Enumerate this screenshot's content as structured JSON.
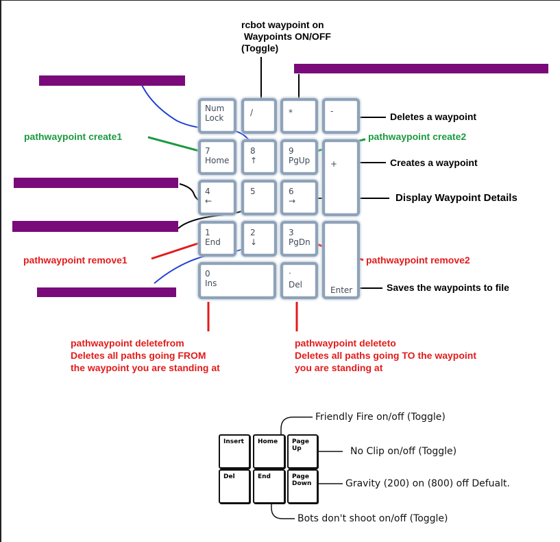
{
  "top_title": "rcbot waypoint on\n Waypoints ON/OFF\n(Toggle)",
  "numpad": {
    "numlock": "Num\nLock",
    "divide": "/",
    "multiply": "*",
    "minus": "-",
    "plus": "+",
    "k7": "7\nHome",
    "k8": "8\n↑",
    "k9": "9\nPgUp",
    "k4": "4\n←",
    "k5": "5",
    "k6": "6\n→",
    "k1": "1\nEnd",
    "k2": "2\n↓",
    "k3": "3\nPgDn",
    "k0": "0\nIns",
    "del_dot": ".",
    "del": "Del",
    "enter": "Enter"
  },
  "labels": {
    "deletes": "Deletes a waypoint",
    "create1": "pathwaypoint create1",
    "create2": "pathwaypoint create2",
    "creates": "Creates a waypoint",
    "display": "Display Waypoint Details",
    "remove1": "pathwaypoint remove1",
    "remove2": "pathwaypoint remove2",
    "saves": "Saves the waypoints to file",
    "deletefrom": "pathwaypoint deletefrom\nDeletes all paths going FROM\nthe waypoint you are standing at",
    "deleteto": "pathwaypoint deleteto\nDeletes all paths going TO the waypoint\nyou are standing at"
  },
  "navpad": {
    "insert": "Insert",
    "home": "Home",
    "pageup": "Page\nUp",
    "del": "Del",
    "end": "End",
    "pagedown": "Page\nDown"
  },
  "nav_labels": {
    "friendly_fire": "Friendly Fire on/off (Toggle)",
    "noclip": "No Clip on/off (Toggle)",
    "gravity": "Gravity (200) on (800) off Defualt.",
    "bots": "Bots don't shoot on/off (Toggle)"
  },
  "colors": {
    "redact_bar": "#7a0a7a",
    "green": "#1a9a3f",
    "red": "#e21b1b",
    "blue": "#1f3fd6",
    "key_border": "#8ea2b8"
  }
}
